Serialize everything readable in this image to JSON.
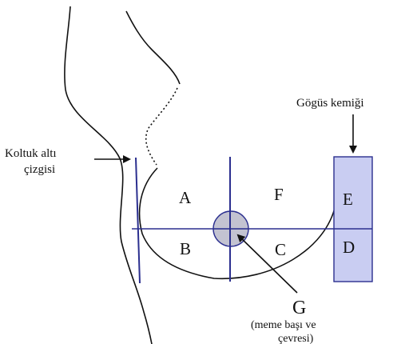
{
  "colors": {
    "outline": "#111111",
    "axis_lines": "#2b2f8f",
    "sternum_fill": "#c9cdf2",
    "sternum_stroke": "#2b2f8f",
    "nipple_fill": "#b9b9c9"
  },
  "labels": {
    "sternum": "Gögüs kemiği",
    "axillary_line_1": "Koltuk altı",
    "axillary_line_2": "çizgisi",
    "region_a": "A",
    "region_b": "B",
    "region_c": "C",
    "region_d": "D",
    "region_e": "E",
    "region_f": "F",
    "region_g": "G",
    "nipple_1": "(meme başı ve",
    "nipple_2": "çevresi)"
  }
}
